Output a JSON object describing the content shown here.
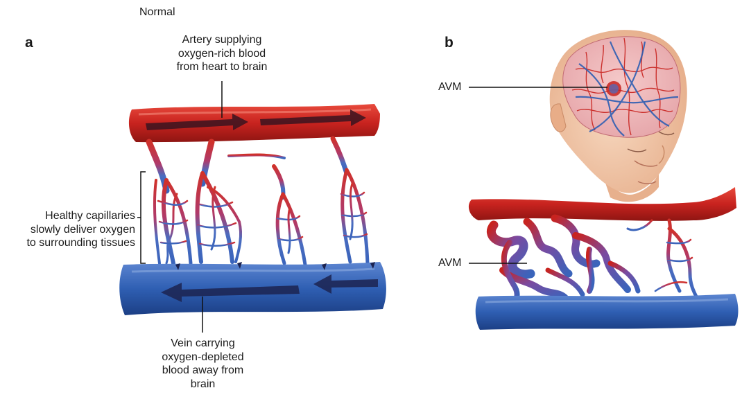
{
  "header": {
    "normal_label": "Normal"
  },
  "panel_a": {
    "letter": "a",
    "artery_label": "Artery supplying oxygen-rich blood from heart to brain",
    "artery_label_lines": [
      "Artery supplying",
      "oxygen-rich blood",
      "from heart to brain"
    ],
    "capillary_label_lines": [
      "Healthy capillaries",
      "slowly deliver oxygen",
      "to surrounding tissues"
    ],
    "vein_label_lines": [
      "Vein carrying",
      "oxygen-depleted",
      "blood away from",
      "brain"
    ]
  },
  "panel_b": {
    "letter": "b",
    "avm_brain_label": "AVM",
    "avm_vessel_label": "AVM"
  },
  "colors": {
    "artery_red": "#c8231f",
    "artery_light": "#e8574a",
    "vein_blue": "#2f5fb3",
    "vein_light": "#6f93d6",
    "arrow_dark": "#3a1420",
    "skin": "#f1c7a8"
  }
}
